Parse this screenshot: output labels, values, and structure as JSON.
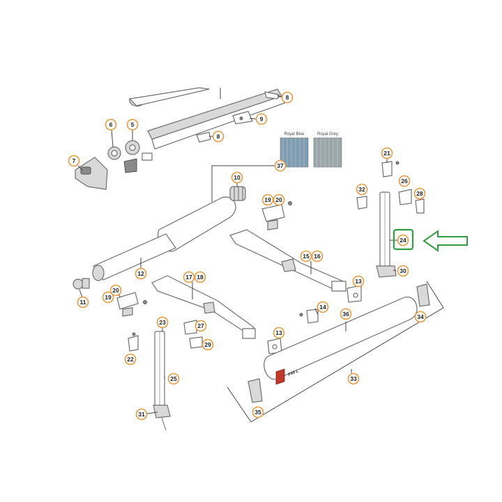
{
  "swatches": [
    {
      "label": "Royal Blue",
      "color": "#7f9db0"
    },
    {
      "label": "Royal Grey",
      "color": "#9aa6a8"
    }
  ],
  "brand": {
    "text": "F45 L"
  },
  "highlight": {
    "part": "24",
    "box_color": "#2e9e3e",
    "arrow_color": "#2e9e3e"
  },
  "callouts": {
    "c5": "5",
    "c6": "6",
    "c7": "7",
    "c8a": "8",
    "c8b": "8",
    "c9": "9",
    "c10": "10",
    "c11": "11",
    "c12": "12",
    "c13a": "13",
    "c13b": "13",
    "c14": "14",
    "c15": "15",
    "c16": "16",
    "c17": "17",
    "c18": "18",
    "c19a": "19",
    "c19b": "19",
    "c20a": "20",
    "c20b": "20",
    "c21": "21",
    "c22": "22",
    "c23": "23",
    "c24": "24",
    "c25": "25",
    "c26": "26",
    "c27": "27",
    "c28": "28",
    "c29": "29",
    "c30": "30",
    "c31": "31",
    "c32": "32",
    "c33": "33",
    "c34": "34",
    "c35": "35",
    "c36": "36",
    "c37": "37"
  },
  "accent_color": "#e89a3c"
}
